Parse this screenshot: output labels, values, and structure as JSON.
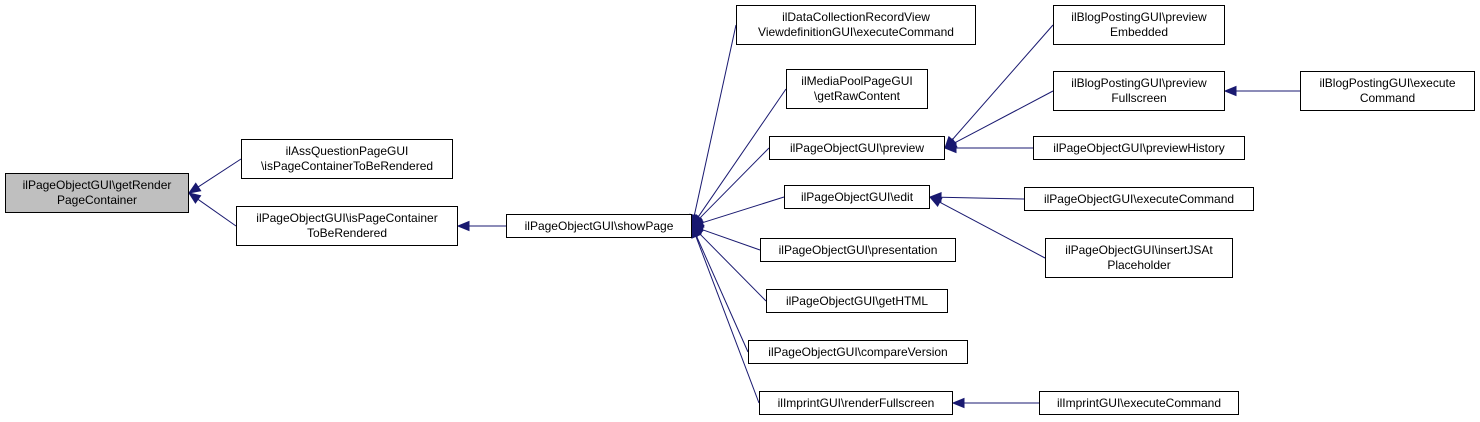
{
  "colors": {
    "edge": "#191970",
    "root_fill": "#bfbfbf",
    "node_fill": "#ffffff",
    "border": "#000000"
  },
  "nodes": {
    "getRenderPageContainer": "ilPageObjectGUI\\getRender\nPageContainer",
    "assQuestionIsPageContainerToBeRendered": "ilAssQuestionPageGUI\n\\isPageContainerToBeRendered",
    "isPageContainerToBeRendered": "ilPageObjectGUI\\isPageContainer\nToBeRendered",
    "showPage": "ilPageObjectGUI\\showPage",
    "dataCollectionExecuteCommand": "ilDataCollectionRecordView\nViewdefinitionGUI\\executeCommand",
    "mediaPoolGetRawContent": "ilMediaPoolPageGUI\n\\getRawContent",
    "preview": "ilPageObjectGUI\\preview",
    "edit": "ilPageObjectGUI\\edit",
    "presentation": "ilPageObjectGUI\\presentation",
    "getHTML": "ilPageObjectGUI\\getHTML",
    "compareVersion": "ilPageObjectGUI\\compareVersion",
    "renderFullscreen": "ilImprintGUI\\renderFullscreen",
    "blogPreviewEmbedded": "ilBlogPostingGUI\\preview\nEmbedded",
    "blogPreviewFullscreen": "ilBlogPostingGUI\\preview\nFullscreen",
    "previewHistory": "ilPageObjectGUI\\previewHistory",
    "pageExecuteCommand": "ilPageObjectGUI\\executeCommand",
    "insertJSAtPlaceholder": "ilPageObjectGUI\\insertJSAt\nPlaceholder",
    "imprintExecuteCommand": "ilImprintGUI\\executeCommand",
    "blogExecuteCommand": "ilBlogPostingGUI\\execute\nCommand"
  },
  "edges": [
    {
      "from": "assQuestionIsPageContainerToBeRendered",
      "to": "getRenderPageContainer"
    },
    {
      "from": "isPageContainerToBeRendered",
      "to": "getRenderPageContainer"
    },
    {
      "from": "showPage",
      "to": "isPageContainerToBeRendered"
    },
    {
      "from": "dataCollectionExecuteCommand",
      "to": "showPage"
    },
    {
      "from": "mediaPoolGetRawContent",
      "to": "showPage"
    },
    {
      "from": "preview",
      "to": "showPage"
    },
    {
      "from": "edit",
      "to": "showPage"
    },
    {
      "from": "presentation",
      "to": "showPage"
    },
    {
      "from": "getHTML",
      "to": "showPage"
    },
    {
      "from": "compareVersion",
      "to": "showPage"
    },
    {
      "from": "renderFullscreen",
      "to": "showPage"
    },
    {
      "from": "blogPreviewEmbedded",
      "to": "preview"
    },
    {
      "from": "blogPreviewFullscreen",
      "to": "preview"
    },
    {
      "from": "previewHistory",
      "to": "preview"
    },
    {
      "from": "pageExecuteCommand",
      "to": "edit"
    },
    {
      "from": "insertJSAtPlaceholder",
      "to": "edit"
    },
    {
      "from": "imprintExecuteCommand",
      "to": "renderFullscreen"
    },
    {
      "from": "blogExecuteCommand",
      "to": "blogPreviewFullscreen"
    }
  ]
}
